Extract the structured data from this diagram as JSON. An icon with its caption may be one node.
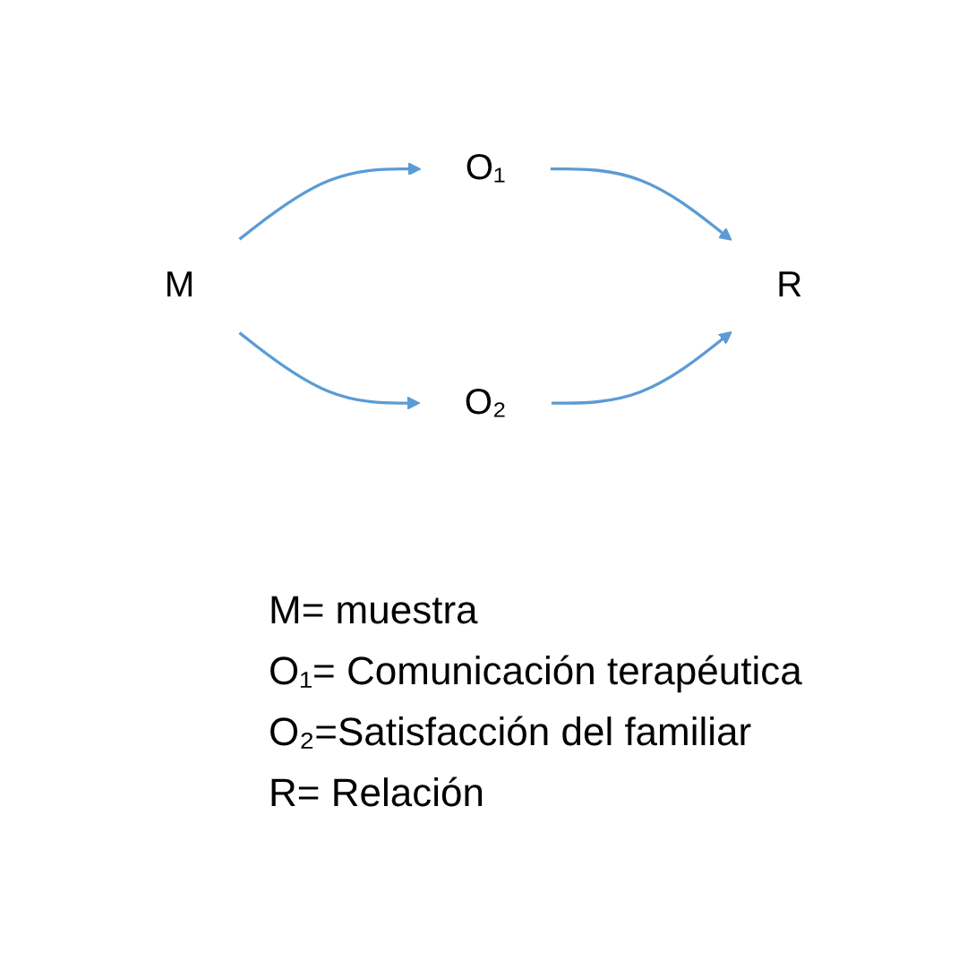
{
  "diagram": {
    "nodes": [
      {
        "text": [
          "O₁"
        ]
      },
      {
        "text": [
          "M"
        ]
      },
      {
        "text": [
          "R"
        ]
      },
      {
        "text": [
          "O₂"
        ]
      }
    ],
    "edges": [
      {
        "from": 1,
        "to": 0,
        "arrow": "to"
      },
      {
        "from": 1,
        "to": 3,
        "arrow": "to"
      },
      {
        "from": 0,
        "to": 2,
        "arrow": "to"
      },
      {
        "from": 3,
        "to": 2,
        "arrow": "to"
      }
    ],
    "labels": [
      "M= muestra",
      "O₁= Comunicación terapéutica",
      "O₂=Satisfacción del familiar",
      "R= Relación"
    ]
  }
}
